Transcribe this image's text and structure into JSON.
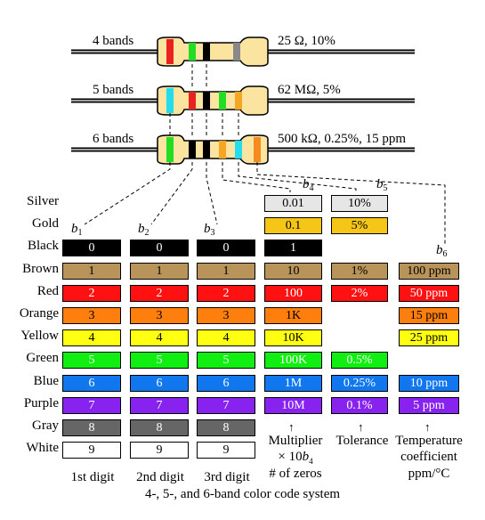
{
  "title": "4-, 5-, and 6-band color code system",
  "resistors": [
    {
      "label": "4 bands",
      "value": "25 Ω, 10%",
      "bands": [
        "#e8231f",
        "#22dd22",
        "#000000",
        "#888888"
      ]
    },
    {
      "label": "5 bands",
      "value": "62 MΩ, 5%",
      "bands": [
        "#22ddee",
        "#e8231f",
        "#000000",
        "#22dd22",
        "#f5a623"
      ]
    },
    {
      "label": "6 bands",
      "value": "500 kΩ, 0.25%, 15 ppm",
      "bands": [
        "#22dd22",
        "#000000",
        "#000000",
        "#f5a623",
        "#22ddee",
        "#f58a1f"
      ]
    }
  ],
  "band_labels": {
    "b1": {
      "letter": "b",
      "sub": "1"
    },
    "b2": {
      "letter": "b",
      "sub": "2"
    },
    "b3": {
      "letter": "b",
      "sub": "3"
    },
    "b4": {
      "letter": "b",
      "sub": "4"
    },
    "b5": {
      "letter": "b",
      "sub": "5"
    },
    "b6": {
      "letter": "b",
      "sub": "6"
    }
  },
  "colors": [
    {
      "name": "Silver",
      "hex": "#e6e6e6",
      "text": "#000000",
      "digit": "",
      "multiplier": "0.01",
      "tolerance": "10%",
      "tempco": ""
    },
    {
      "name": "Gold",
      "hex": "#f5c518",
      "text": "#000000",
      "digit": "",
      "multiplier": "0.1",
      "tolerance": "5%",
      "tempco": ""
    },
    {
      "name": "Black",
      "hex": "#000000",
      "text": "#ffffff",
      "digit": "0",
      "multiplier": "1",
      "tolerance": "",
      "tempco": ""
    },
    {
      "name": "Brown",
      "hex": "#b8935a",
      "text": "#000000",
      "digit": "1",
      "multiplier": "10",
      "tolerance": "1%",
      "tempco": "100 ppm"
    },
    {
      "name": "Red",
      "hex": "#ff1111",
      "text": "#ffffff",
      "digit": "2",
      "multiplier": "100",
      "tolerance": "2%",
      "tempco": "50 ppm"
    },
    {
      "name": "Orange",
      "hex": "#ff7f0e",
      "text": "#000000",
      "digit": "3",
      "multiplier": "1K",
      "tolerance": "",
      "tempco": "15 ppm"
    },
    {
      "name": "Yellow",
      "hex": "#ffff11",
      "text": "#000000",
      "digit": "4",
      "multiplier": "10K",
      "tolerance": "",
      "tempco": "25 ppm"
    },
    {
      "name": "Green",
      "hex": "#11ee11",
      "text": "#ffffff",
      "digit": "5",
      "multiplier": "100K",
      "tolerance": "0.5%",
      "tempco": ""
    },
    {
      "name": "Blue",
      "hex": "#1177ee",
      "text": "#ffffff",
      "digit": "6",
      "multiplier": "1M",
      "tolerance": "0.25%",
      "tempco": "10 ppm"
    },
    {
      "name": "Purple",
      "hex": "#8822ee",
      "text": "#ffffff",
      "digit": "7",
      "multiplier": "10M",
      "tolerance": "0.1%",
      "tempco": "5 ppm"
    },
    {
      "name": "Gray",
      "hex": "#666666",
      "text": "#ffffff",
      "digit": "8",
      "multiplier": "",
      "tolerance": "",
      "tempco": ""
    },
    {
      "name": "White",
      "hex": "#ffffff",
      "text": "#000000",
      "digit": "9",
      "multiplier": "",
      "tolerance": "",
      "tempco": ""
    }
  ],
  "column_labels": {
    "digit1": "1st digit",
    "digit2": "2nd digit",
    "digit3": "3rd digit",
    "multiplier": [
      "Multiplier",
      "× 10",
      "# of zeros"
    ],
    "multiplier_exp": {
      "letter": "b",
      "sub": "4"
    },
    "tolerance": "Tolerance",
    "tempco": [
      "Temperature",
      "coefficient",
      "ppm/°C"
    ]
  },
  "arrow_glyph": "↑"
}
